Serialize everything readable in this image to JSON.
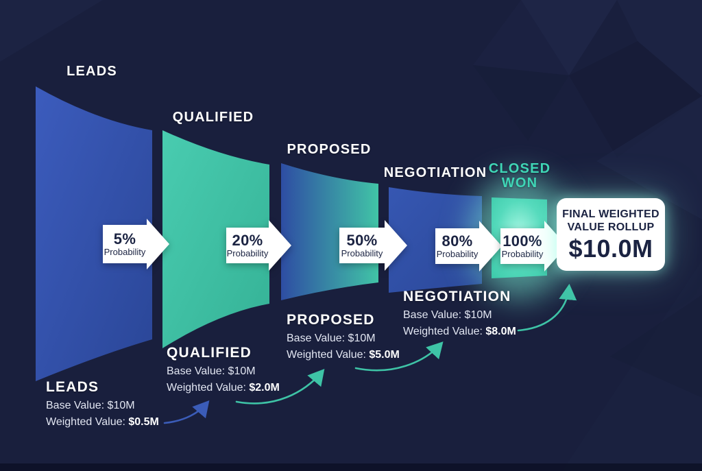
{
  "probability_word": "Probability",
  "stages": [
    {
      "name": "LEADS",
      "probability": "5%",
      "details": {
        "heading": "LEADS",
        "base": "Base Value: $10M",
        "weighted_label": "Weighted Value: ",
        "weighted_value": "$0.5M"
      }
    },
    {
      "name": "QUALIFIED",
      "probability": "20%",
      "details": {
        "heading": "QUALIFIED",
        "base": "Base Value: $10M",
        "weighted_label": "Weighted Value: ",
        "weighted_value": "$2.0M"
      }
    },
    {
      "name": "PROPOSED",
      "probability": "50%",
      "details": {
        "heading": "PROPOSED",
        "base": "Base Value: $10M",
        "weighted_label": "Weighted Value: ",
        "weighted_value": "$5.0M"
      }
    },
    {
      "name": "NEGOTIATION",
      "probability": "80%",
      "details": {
        "heading": "NEGOTIATION",
        "base": "Base Value: $10M",
        "weighted_label": "Weighted Value: ",
        "weighted_value": "$8.0M"
      }
    },
    {
      "name_line1": "CLOSED",
      "name_line2": "WON",
      "probability": "100%"
    }
  ],
  "final_card": {
    "title_line1": "FINAL WEIGHTED",
    "title_line2": "VALUE ROLLUP",
    "value": "$10.0M"
  },
  "colors": {
    "background": "#191f3d",
    "funnel_blue": "#2f50a6",
    "funnel_teal": "#3ec2a4",
    "closed_won_glow": "#7bf0d4",
    "closed_won_text": "#3fd6b6",
    "dark_text": "#1b2342",
    "blue_arrow": "#3b5cb8",
    "teal_arrow": "#3ec3a6"
  }
}
